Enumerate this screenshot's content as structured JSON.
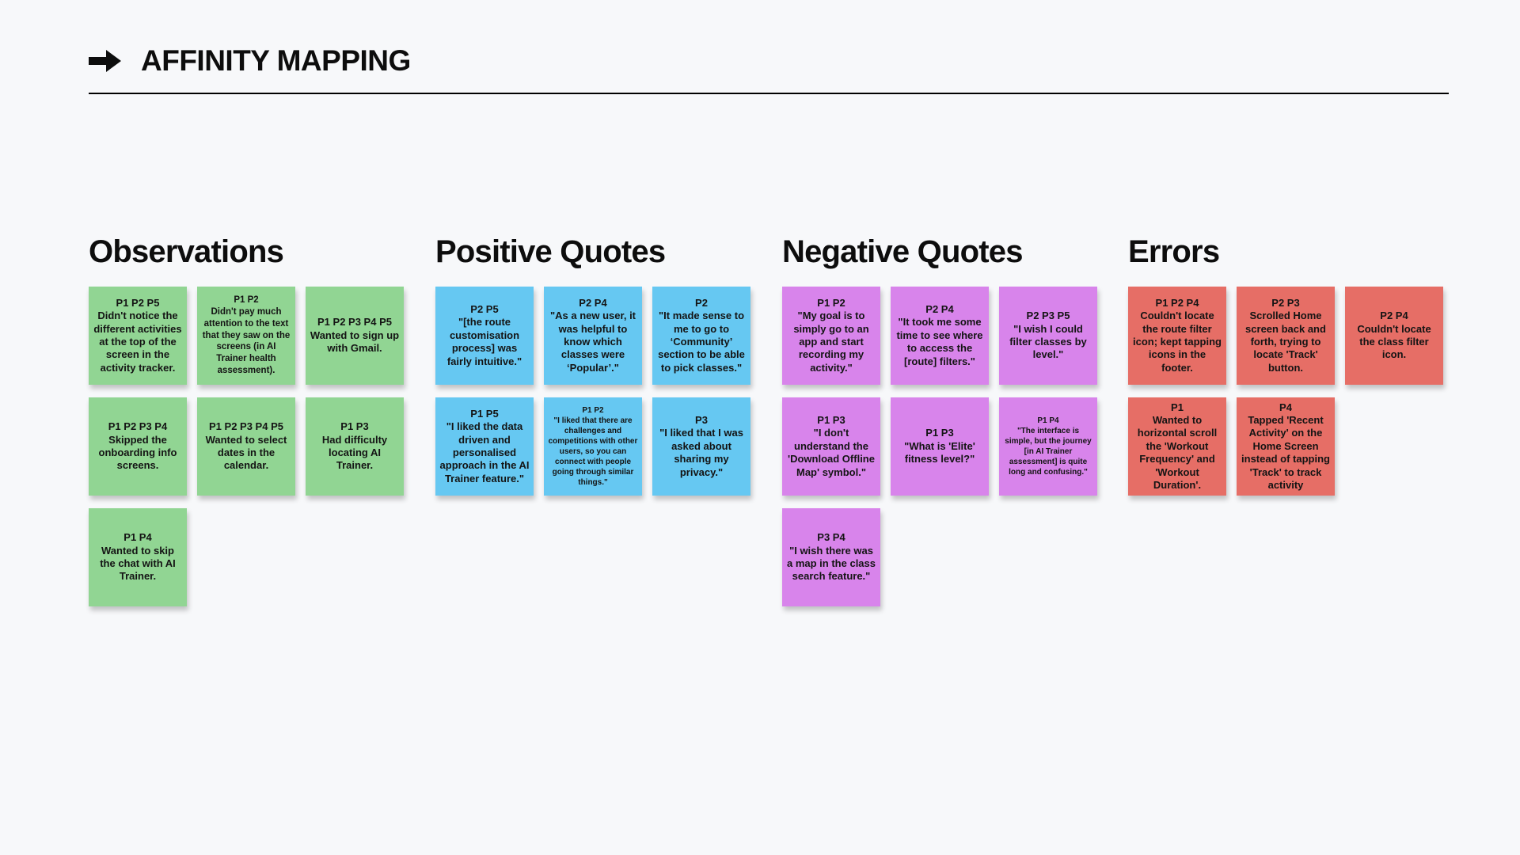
{
  "header": {
    "icon": "arrow-right-icon",
    "title": "AFFINITY MAPPING"
  },
  "palette": {
    "canvas_background": "#F7F8FA",
    "ink": "#111111",
    "divider": "#000000",
    "observations_green": "#91D593",
    "positive_blue": "#66C8F2",
    "negative_violet": "#D884EB",
    "errors_red": "#E66E66"
  },
  "board": {
    "groups": [
      {
        "title": "Observations",
        "color": "#91D593",
        "notes": [
          {
            "tags": "P1 P2 P5",
            "text": "Didn't notice the different activities at the top of the screen in the activity tracker."
          },
          {
            "tags": "P1 P2",
            "text": "Didn't pay much attention to the text that they saw on the screens (in AI Trainer health assessment).",
            "font_scale": "medium"
          },
          {
            "tags": "P1 P2 P3 P4 P5",
            "text": "Wanted to sign up with Gmail."
          },
          {
            "tags": "P1 P2 P3 P4",
            "text": "Skipped the onboarding info screens."
          },
          {
            "tags": "P1 P2 P3 P4 P5",
            "text": "Wanted to select dates in the calendar."
          },
          {
            "tags": "P1 P3",
            "text": "Had difficulty locating AI Trainer."
          },
          {
            "tags": "P1 P4",
            "text": "Wanted to skip the chat with AI Trainer."
          }
        ]
      },
      {
        "title": "Positive Quotes",
        "color": "#66C8F2",
        "notes": [
          {
            "tags": "P2 P5",
            "text": "\"[the route customisation process] was fairly intuitive.\""
          },
          {
            "tags": "P2 P4",
            "text": "\"As a new user, it was helpful to know which classes were ‘Popular’.\""
          },
          {
            "tags": "P2",
            "text": "\"It made sense to me to go to ‘Community’ section to be able to pick classes.\""
          },
          {
            "tags": "P1 P5",
            "text": "\"I liked the data driven and personalised approach in the AI Trainer feature.\""
          },
          {
            "tags": "P1 P2",
            "text": "\"I liked that there are challenges and competitions with other users, so you can connect with people going through similar things.\"",
            "font_scale": "small"
          },
          {
            "tags": "P3",
            "text": "\"I liked that I was asked about sharing my privacy.\""
          }
        ]
      },
      {
        "title": "Negative Quotes",
        "color": "#D884EB",
        "notes": [
          {
            "tags": "P1 P2",
            "text": "\"My goal is to simply go to an app and start recording my activity.\""
          },
          {
            "tags": "P2 P4",
            "text": "\"It took me some time to see where to access the [route] filters.\""
          },
          {
            "tags": "P2 P3 P5",
            "text": "\"I wish I could filter classes by level.\""
          },
          {
            "tags": "P1 P3",
            "text": "\"I don't understand the 'Download Offline Map' symbol.\""
          },
          {
            "tags": "P1 P3",
            "text": "\"What is 'Elite' fitness level?\""
          },
          {
            "tags": "P1 P4",
            "text": "\"The interface is simple, but the journey [in AI Trainer assessment] is quite long and confusing.\"",
            "font_scale": "small"
          },
          {
            "tags": "P3 P4",
            "text": "\"I wish there was a map in the class search feature.\""
          }
        ]
      },
      {
        "title": "Errors",
        "color": "#E66E66",
        "notes": [
          {
            "tags": "P1 P2 P4",
            "text": "Couldn't locate the route filter icon; kept tapping icons in the footer."
          },
          {
            "tags": "P2 P3",
            "text": "Scrolled Home screen back and forth, trying to locate 'Track' button."
          },
          {
            "tags": "P2 P4",
            "text": "Couldn't locate the class filter icon."
          },
          {
            "tags": "P1",
            "text": "Wanted to horizontal scroll the 'Workout Frequency' and 'Workout Duration'."
          },
          {
            "tags": "P4",
            "text": "Tapped 'Recent Activity' on the Home Screen instead of tapping 'Track' to track activity"
          }
        ]
      }
    ]
  }
}
